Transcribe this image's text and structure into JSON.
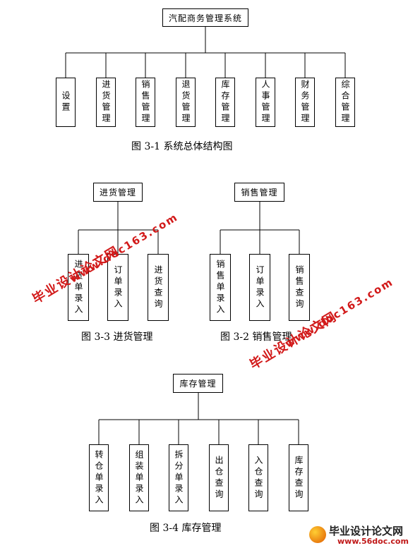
{
  "diagram1": {
    "root": "汽配商务管理系统",
    "children": [
      "设置",
      "进货管理",
      "销售管理",
      "退货管理",
      "库存管理",
      "人事管理",
      "财务管理",
      "综合管理"
    ],
    "caption": "图 3-1  系统总体结构图"
  },
  "diagram3": {
    "root": "进货管理",
    "children": [
      "进货单录入",
      "订单录入",
      "进货查询"
    ],
    "caption": "图 3-3 进货管理"
  },
  "diagram2": {
    "root": "销售管理",
    "children": [
      "销售单录入",
      "订单录入",
      "销售查询"
    ],
    "caption": "图 3-2 销售管理"
  },
  "diagram4": {
    "root": "库存管理",
    "children": [
      "转仓单录入",
      "组装单录入",
      "拆分单录入",
      "出仓查询",
      "入仓查询",
      "库存查询"
    ],
    "caption": "图 3-4  库存管理"
  },
  "watermarks": {
    "site_cn": "毕业设计论文网",
    "site_url": "www.doc163.com",
    "logo_cn": "毕业设计论文网",
    "logo_url": "www.56doc.com"
  },
  "colors": {
    "watermark_red": "#d21a1a",
    "line": "#000000"
  }
}
